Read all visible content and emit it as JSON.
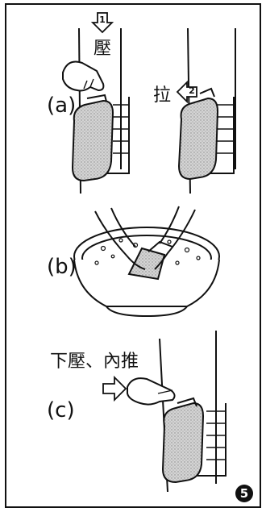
{
  "panels": [
    {
      "label": "(a)",
      "texts": {
        "step1_num": "1",
        "step1_text": "壓",
        "step2_num": "2",
        "step2_text": "拉"
      }
    },
    {
      "label": "(b)"
    },
    {
      "label": "(c)",
      "texts": {
        "instruction": "下壓、內推"
      }
    }
  ],
  "figure_number": "5",
  "colors": {
    "ink": "#111111",
    "fill_gray": "#c8c8c8",
    "background": "#ffffff"
  }
}
